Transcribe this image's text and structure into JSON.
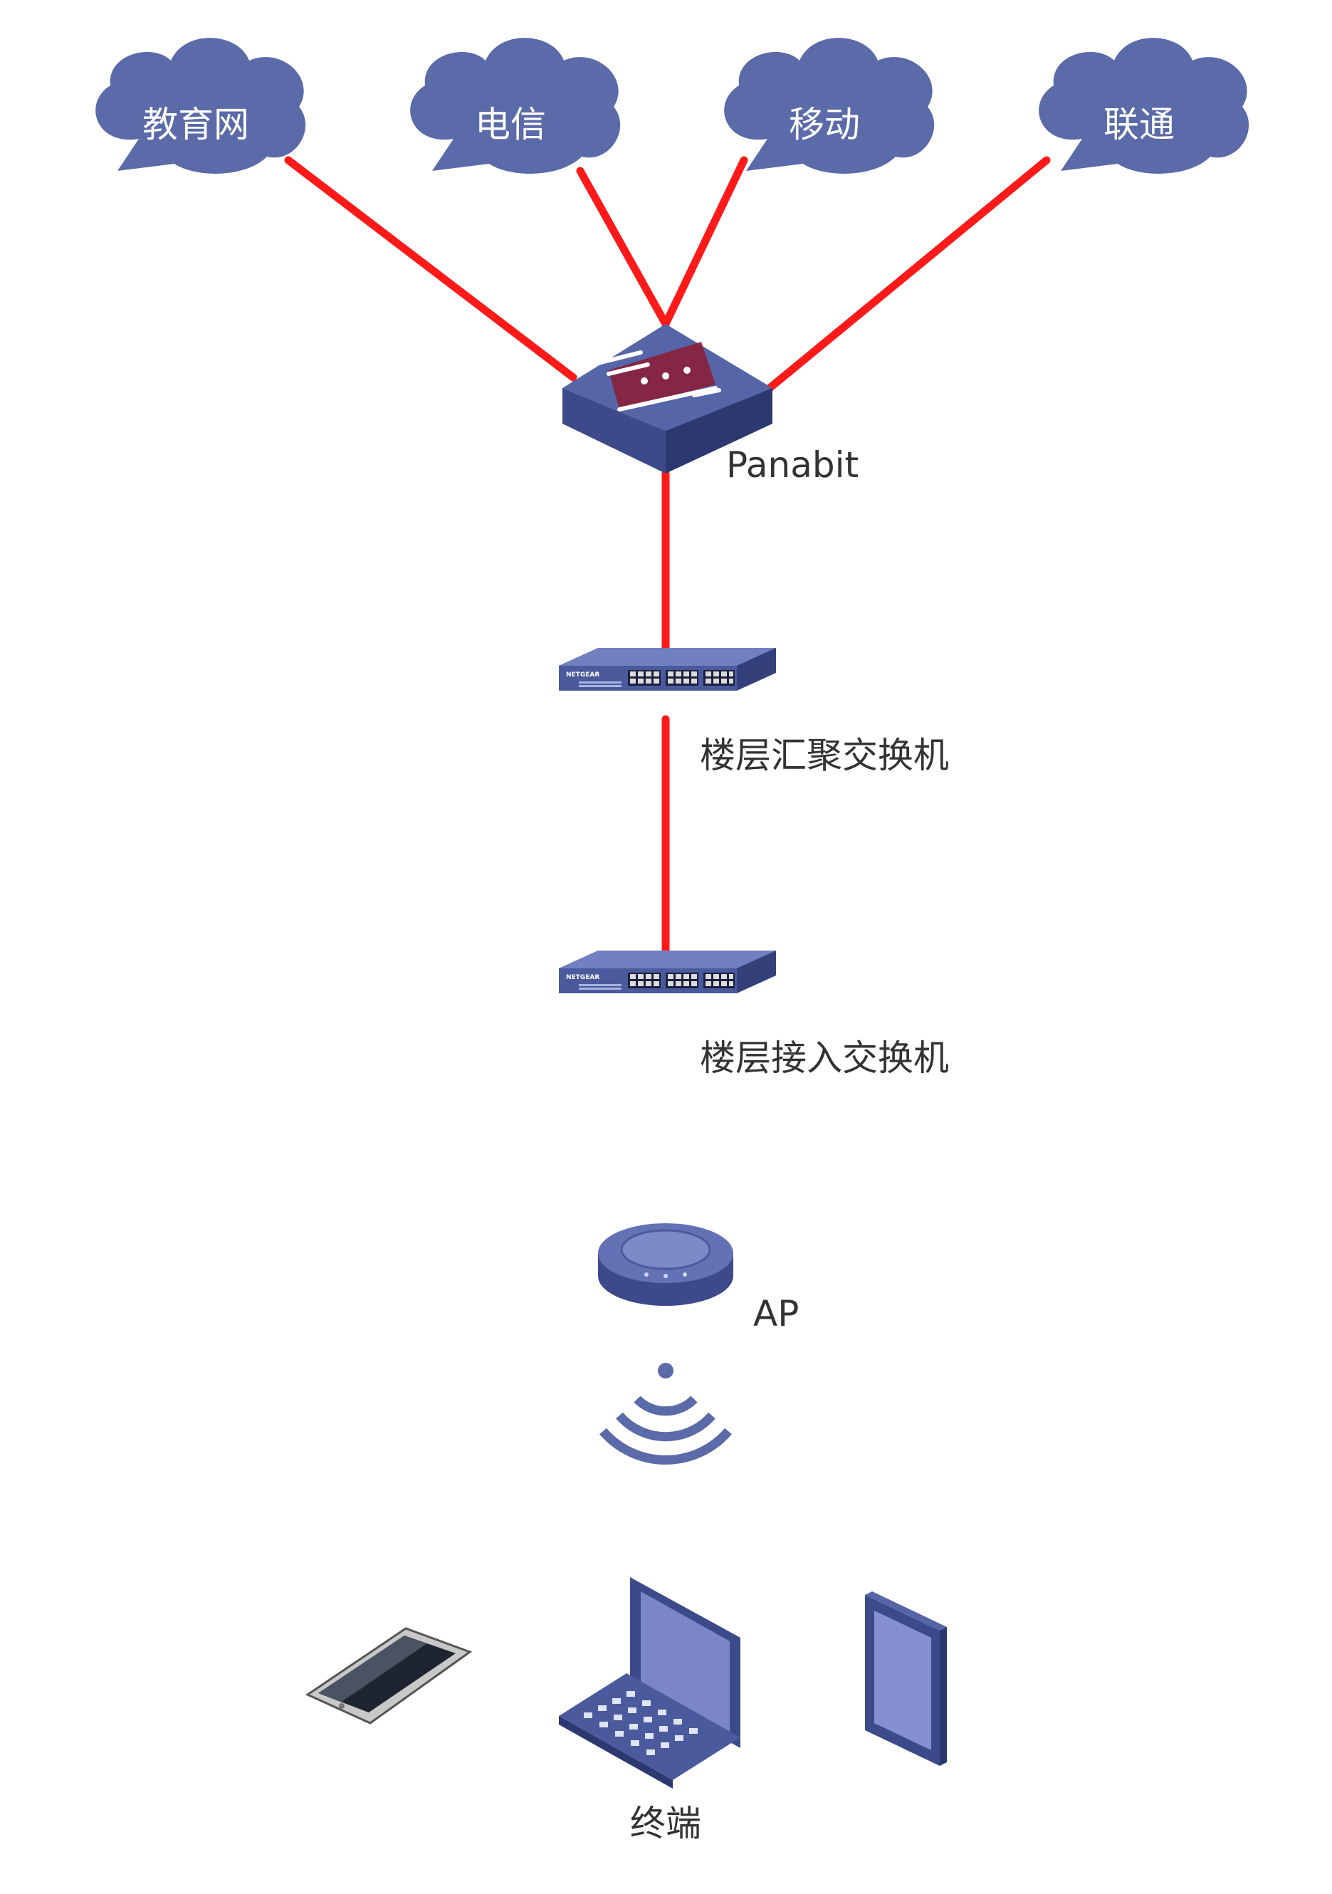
{
  "colors": {
    "link": "#ff1a1a",
    "device": "#4a5a9c",
    "cloud": "#5b6aa8",
    "cloud_text": "#ffffff",
    "label_text": "#333333"
  },
  "isps": [
    {
      "label": "教育网",
      "icon": "cloud-icon"
    },
    {
      "label": "电信",
      "icon": "cloud-icon"
    },
    {
      "label": "移动",
      "icon": "cloud-icon"
    },
    {
      "label": "联通",
      "icon": "cloud-icon"
    }
  ],
  "panabit": {
    "label": "Panabit",
    "icon": "firewall-icon"
  },
  "aggregation_switch": {
    "label": "楼层汇聚交换机",
    "icon": "switch-icon"
  },
  "access_switch": {
    "label": "楼层接入交换机",
    "icon": "switch-icon"
  },
  "ap": {
    "label": "AP",
    "icon": "access-point-icon"
  },
  "wifi": {
    "icon": "wifi-signal-icon"
  },
  "terminals": {
    "label": "终端",
    "devices": [
      {
        "icon": "smartphone-icon"
      },
      {
        "icon": "laptop-icon"
      },
      {
        "icon": "tablet-icon"
      }
    ]
  }
}
